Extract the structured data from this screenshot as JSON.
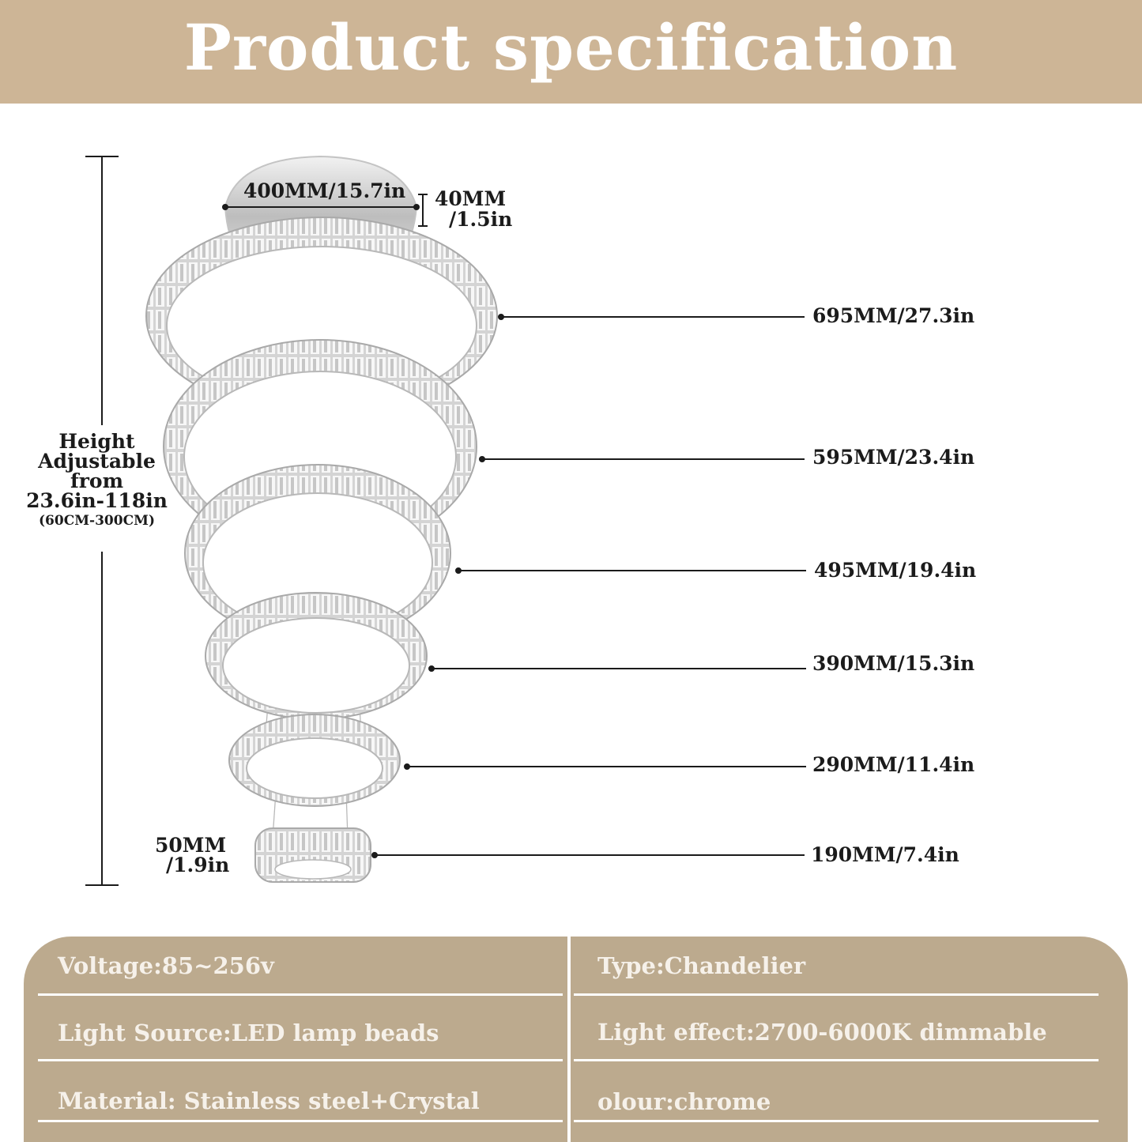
{
  "header": {
    "title": "Product specification"
  },
  "dimensions": {
    "canopy_diameter": "400MM/15.7in",
    "canopy_height_mm": "40MM",
    "canopy_height_in": "/1.5in",
    "ring_1": "695MM/27.3in",
    "ring_2": "595MM/23.4in",
    "ring_3": "495MM/19.4in",
    "ring_4": "390MM/15.3in",
    "ring_5": "290MM/11.4in",
    "ring_6": "190MM/7.4in",
    "ring_height_mm": "50MM",
    "ring_height_in": "/1.9in"
  },
  "height": {
    "line1": "Height",
    "line2": "Adjustable",
    "line3": "from",
    "line4": "23.6in-118in",
    "line5": "(60CM-300CM)"
  },
  "specs": {
    "voltage": "Voltage:85~256v",
    "type": "Type:Chandelier",
    "light_source": "Light Source:LED lamp beads",
    "light_effect": "Light effect:2700-6000K dimmable",
    "material": "Material: Stainless steel+Crystal",
    "colour": "olour:chrome"
  },
  "colors": {
    "header_bg": "#cdb596",
    "spec_bg": "#bcaa8e",
    "text_dark": "#1b1b1b"
  }
}
